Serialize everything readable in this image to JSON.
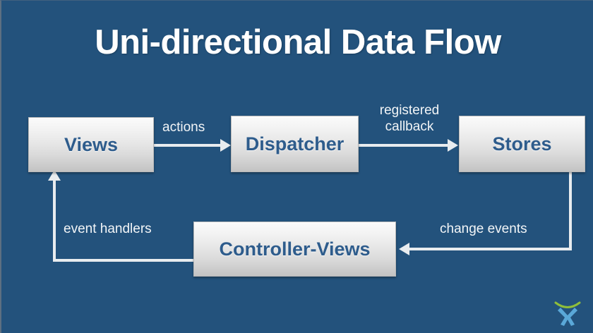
{
  "slide": {
    "title": "Uni-directional Data Flow",
    "background_color": "#23527c",
    "title_color": "#ffffff",
    "node_text_color": "#2e5c8c",
    "edge_color": "#e8ecef"
  },
  "nodes": [
    {
      "id": "views",
      "label": "Views"
    },
    {
      "id": "dispatcher",
      "label": "Dispatcher"
    },
    {
      "id": "stores",
      "label": "Stores"
    },
    {
      "id": "controller",
      "label": "Controller-Views"
    }
  ],
  "edges": [
    {
      "id": "actions",
      "label": "actions",
      "from": "Views",
      "to": "Dispatcher",
      "direction": "right"
    },
    {
      "id": "callback",
      "label_line1": "registered",
      "label_line2": "callback",
      "from": "Dispatcher",
      "to": "Stores",
      "direction": "right"
    },
    {
      "id": "change",
      "label": "change events",
      "from": "Stores",
      "to": "Controller-Views",
      "direction": "left"
    },
    {
      "id": "event",
      "label": "event handlers",
      "from": "Controller-Views",
      "to": "Views",
      "direction": "up"
    }
  ],
  "logo": {
    "name": "exercism-x-logo",
    "arc_color": "#8fbe3a",
    "mark_color": "#5aa8d8"
  }
}
